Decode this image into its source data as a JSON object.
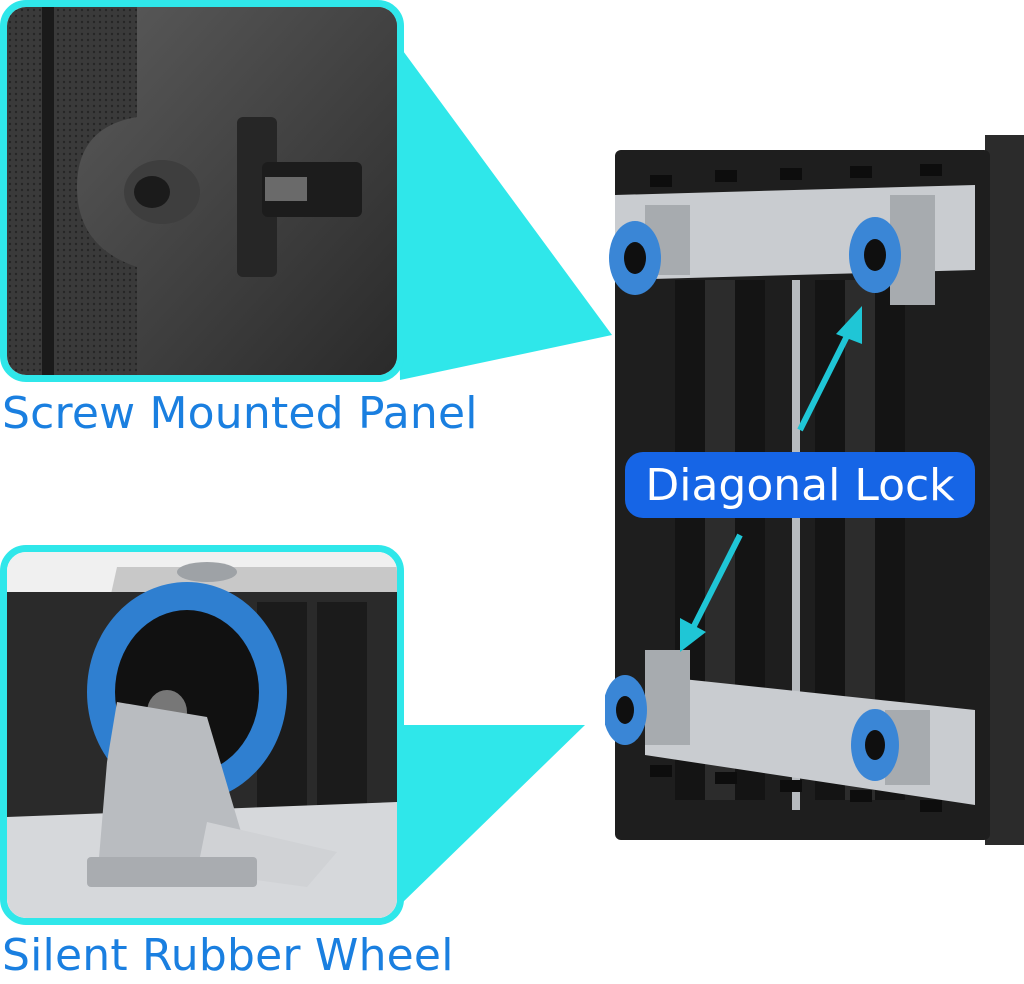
{
  "captions": {
    "top": "Screw Mounted Panel",
    "bottom": "Silent Rubber Wheel"
  },
  "callout": {
    "label": "Diagonal Lock"
  },
  "colors": {
    "accent_cyan": "#2fe7ea",
    "caption_blue": "#1a7fe0",
    "callout_blue": "#1665e6",
    "arrow_teal": "#1fc6d6",
    "wheel_blue": "#3a86d6",
    "base_black": "#1e1e1e",
    "metal_plate": "#c9ccd0"
  }
}
